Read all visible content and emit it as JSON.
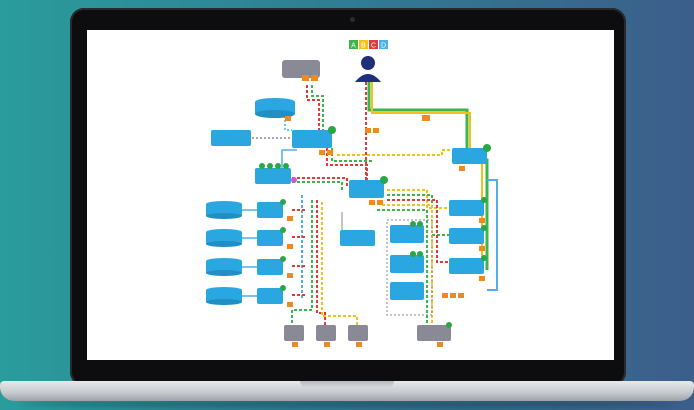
{
  "legend": [
    "A",
    "B",
    "C",
    "D"
  ],
  "colors": {
    "node_blue": "#2aa6e0",
    "node_gray": "#8a8a96",
    "badge_orange": "#f08a1e",
    "status_green": "#28a745",
    "line_green": "#3cb54a",
    "line_yellow": "#f2c21b",
    "line_red": "#e03b3b",
    "line_blue": "#4fb0e8",
    "user_navy": "#1f2f7a"
  },
  "icons": {
    "user": "user-icon",
    "database": "database-icon"
  }
}
